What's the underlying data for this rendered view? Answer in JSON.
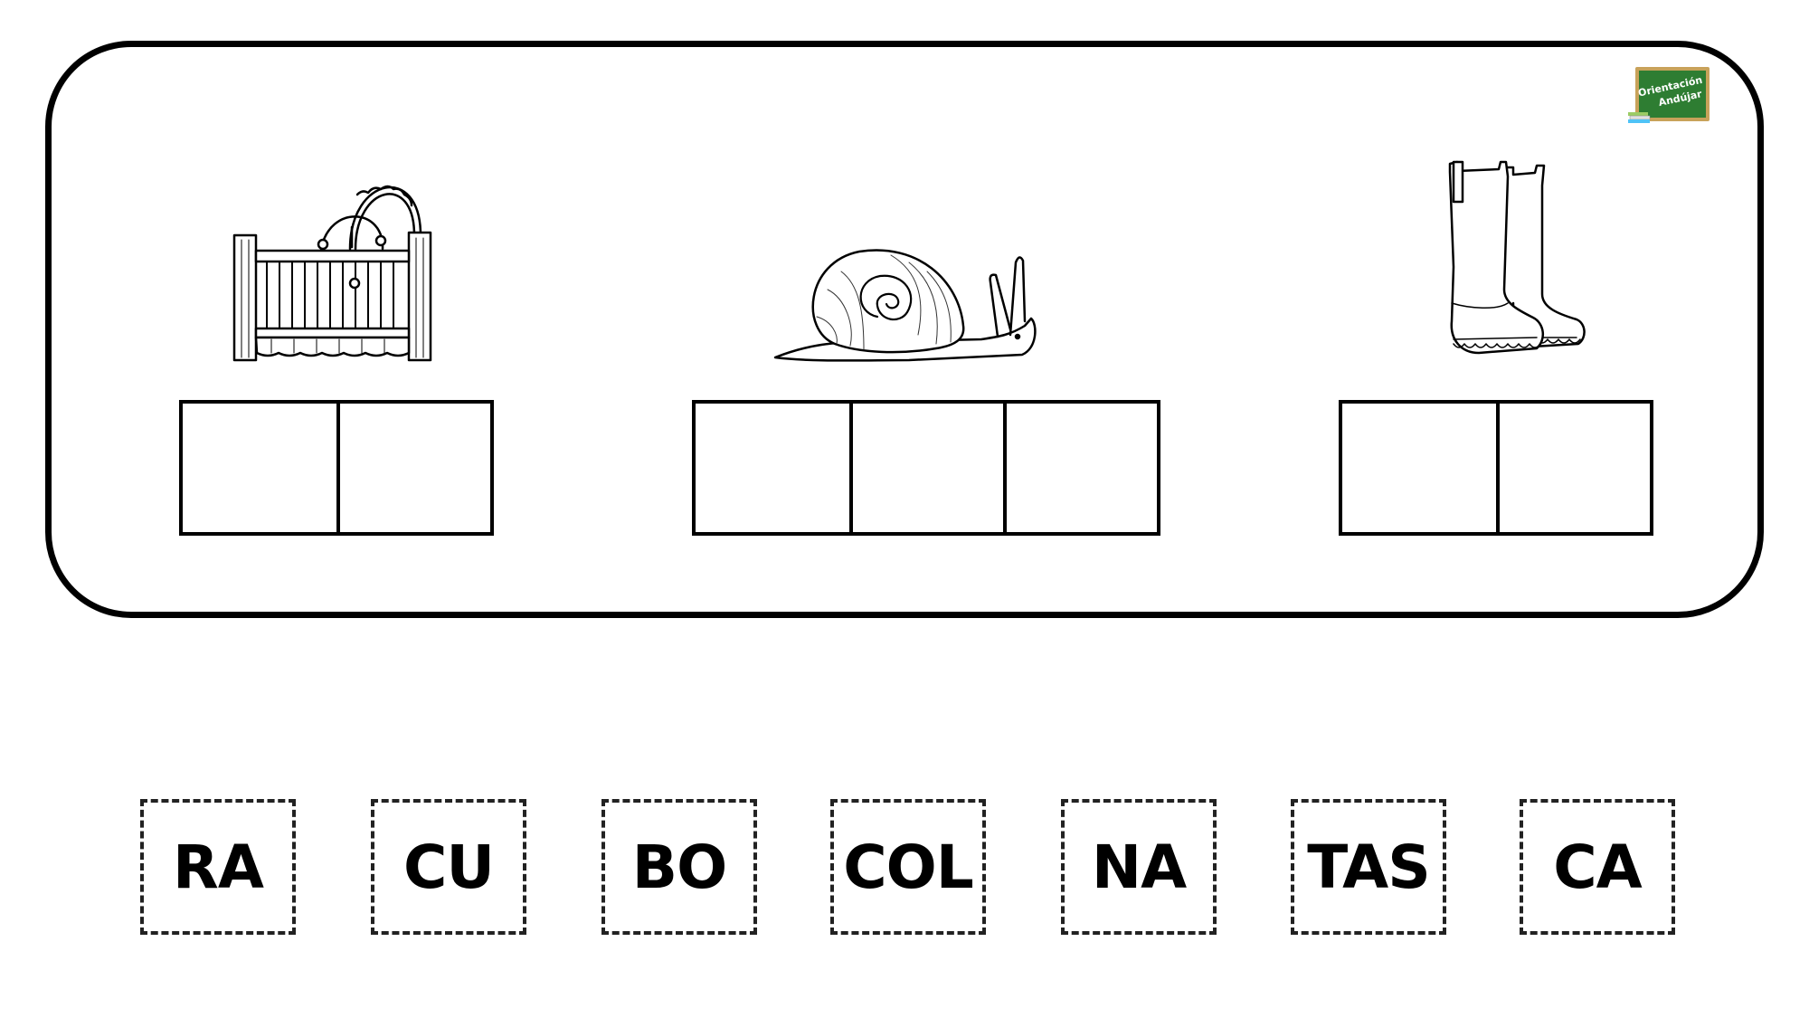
{
  "logo": {
    "line1": "Orientación",
    "line2": "Andújar",
    "board_color": "#2e7d32",
    "frame_color": "#c8a25a"
  },
  "exercise": {
    "items": [
      {
        "picture": "crib-icon",
        "slots": 2
      },
      {
        "picture": "snail-icon",
        "slots": 3
      },
      {
        "picture": "boots-icon",
        "slots": 2
      }
    ]
  },
  "tiles": [
    "RA",
    "CU",
    "BO",
    "COL",
    "NA",
    "TAS",
    "CA"
  ]
}
